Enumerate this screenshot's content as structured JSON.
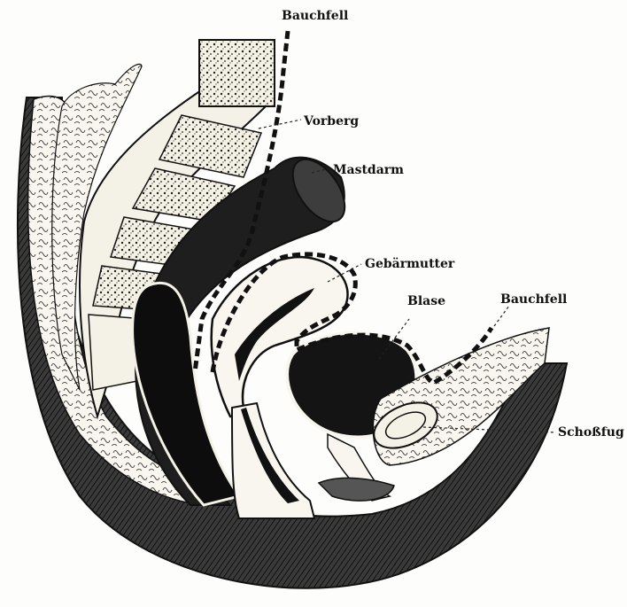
{
  "labels": {
    "bauchfell_top": "Bauchfell",
    "vorberg": "Vorberg",
    "mastdarm": "Mastdarm",
    "gebaermutter": "Gebärmutter",
    "blase": "Blase",
    "bauchfell_right": "Bauchfell",
    "schossfug": "Schoßfug"
  },
  "colors": {
    "ink": "#111111",
    "paper": "#fdfdfb",
    "bone_fill": "#f4f1e6",
    "shade": "#2a2a2a"
  }
}
